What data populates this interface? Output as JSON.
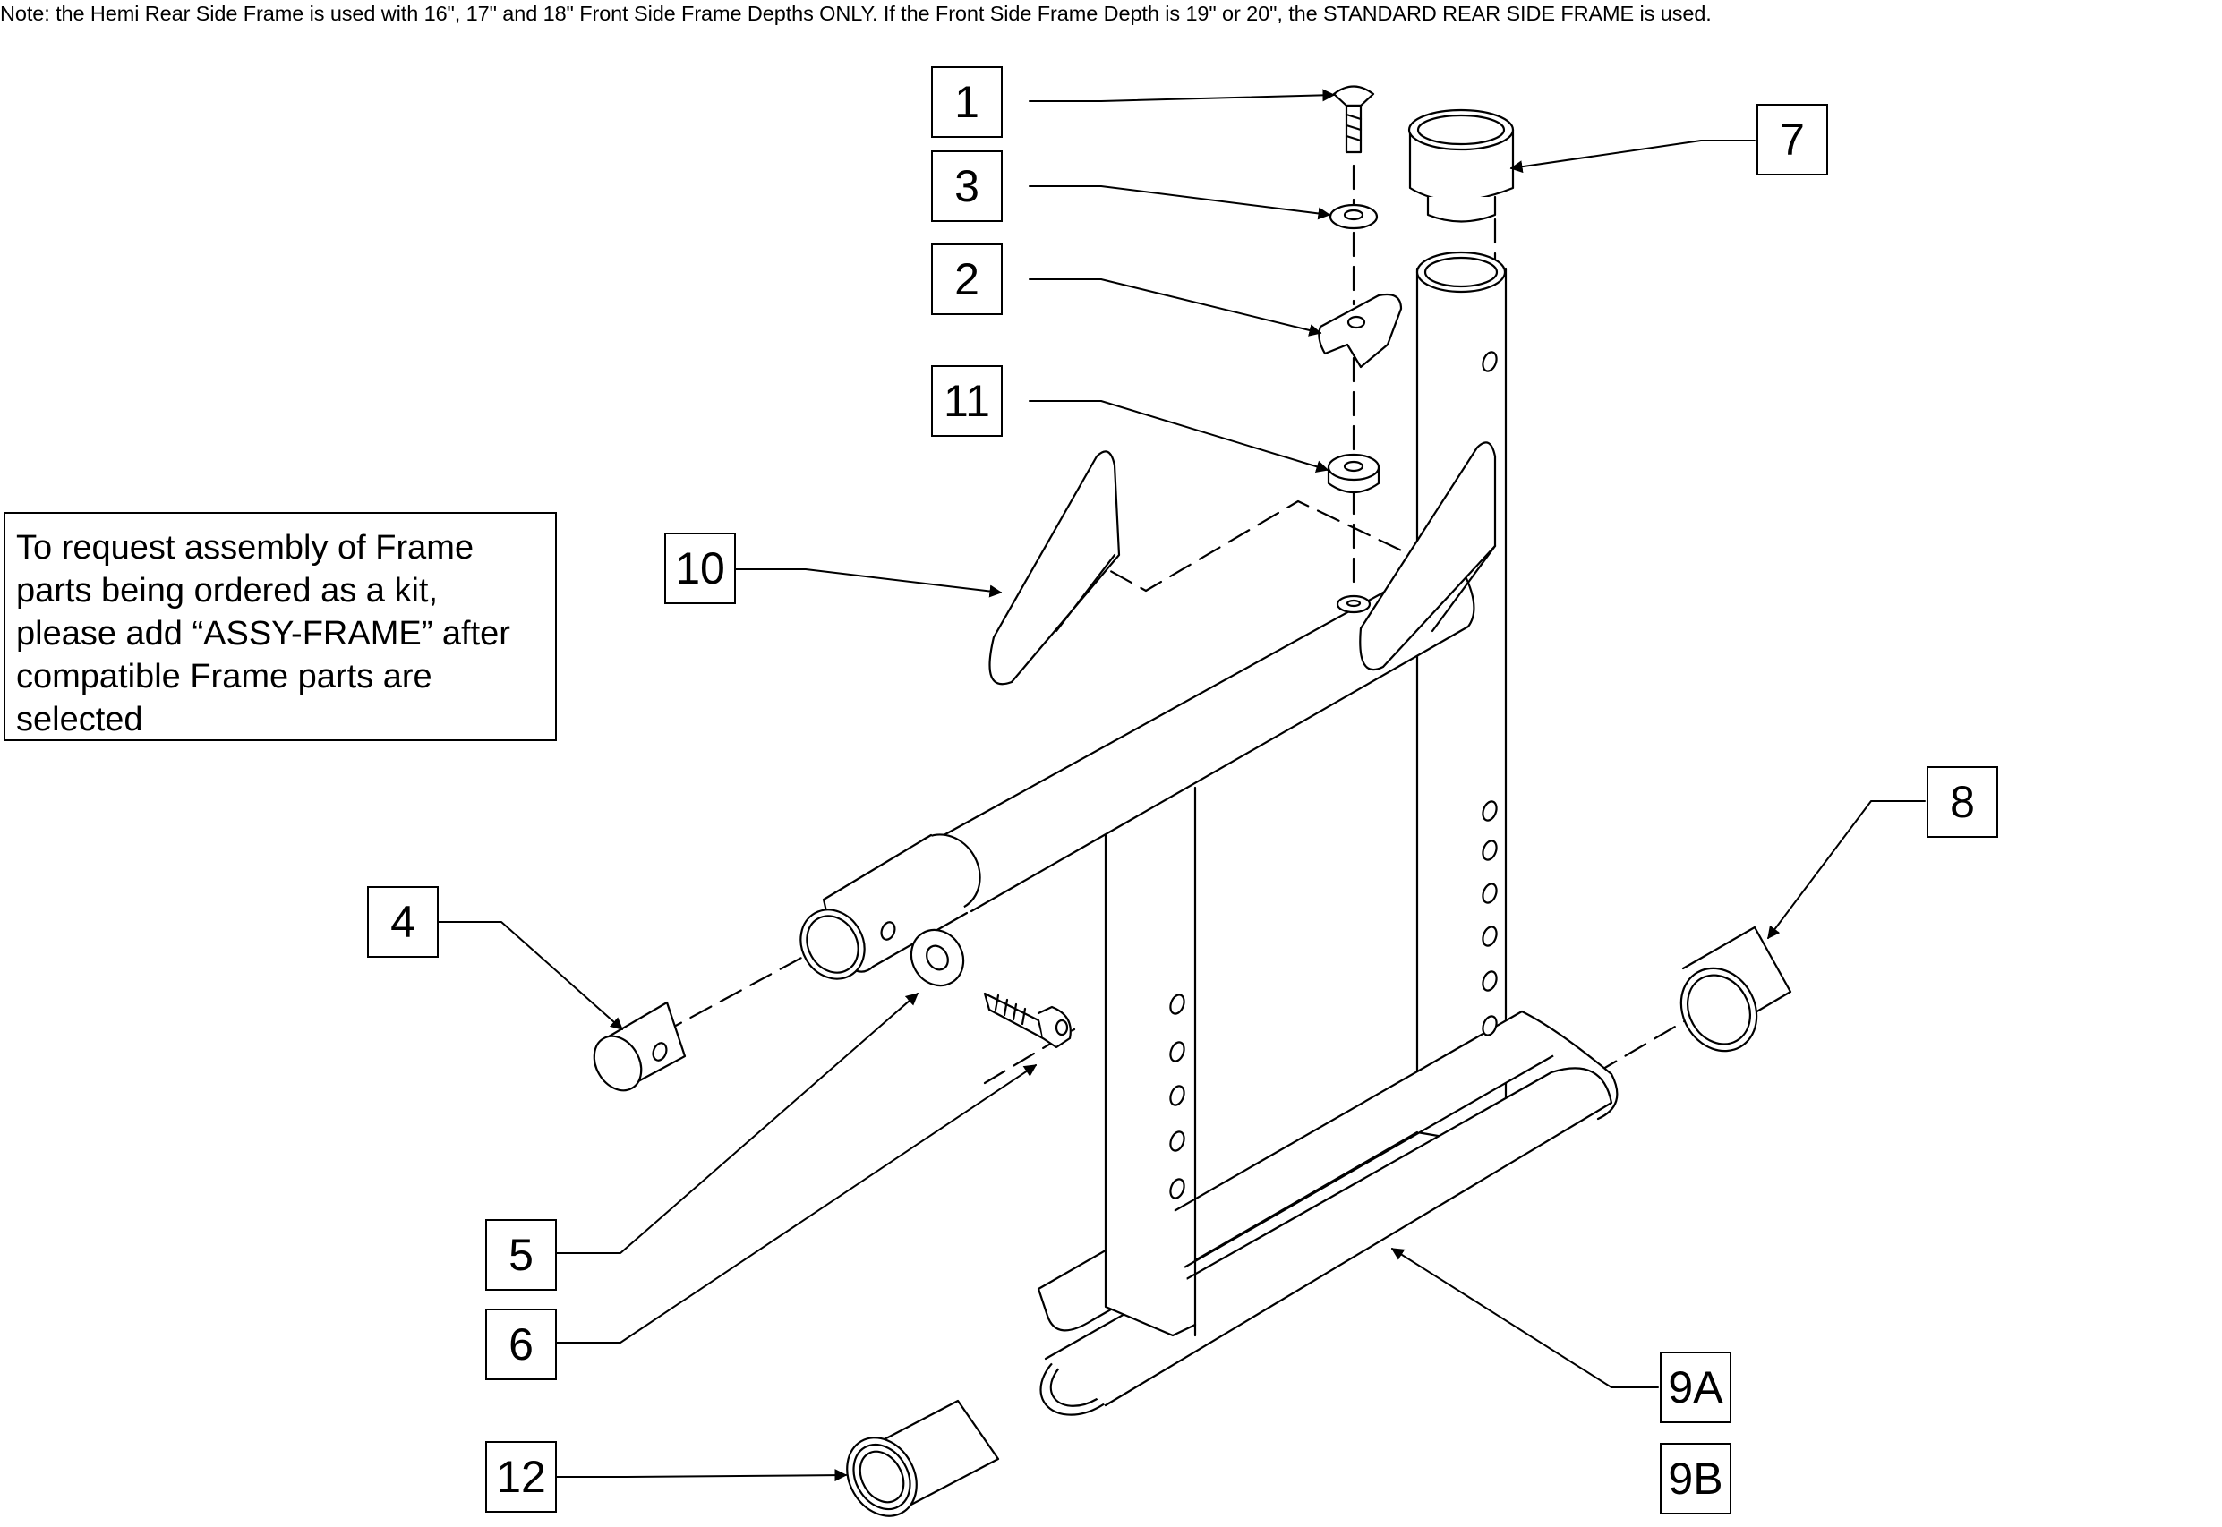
{
  "note": "Note: the Hemi Rear Side Frame is used with 16\", 17\" and 18\" Front Side Frame Depths ONLY. If the Front Side Frame Depth is 19\" or 20\", the STANDARD REAR SIDE FRAME is used.",
  "info_lines": [
    "To request assembly of Frame",
    "parts being ordered as a kit,",
    "please add “ASSY-FRAME” after",
    "compatible Frame parts are",
    "selected"
  ],
  "callouts": {
    "c1": "1",
    "c2": "2",
    "c3": "3",
    "c4": "4",
    "c5": "5",
    "c6": "6",
    "c7": "7",
    "c8": "8",
    "c9a": "9A",
    "c9b": "9B",
    "c10": "10",
    "c11": "11",
    "c12": "12"
  }
}
